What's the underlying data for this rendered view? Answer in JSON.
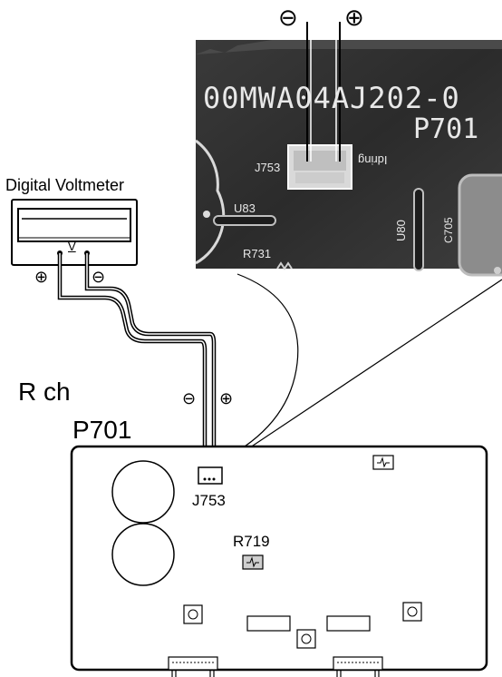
{
  "photo": {
    "board_code": "00MWA04AJ202-0",
    "board_name": "P701",
    "connector": "J753",
    "connector_side": "Idring",
    "parts": [
      "U83",
      "U80",
      "C705",
      "R731"
    ],
    "top_probes": {
      "minus": "⊖",
      "plus": "⊕"
    }
  },
  "voltmeter": {
    "title": "Digital Voltmeter",
    "terminal_label": "V",
    "plus": "⊕",
    "minus": "⊖"
  },
  "channel_label": "R ch",
  "board": {
    "name": "P701",
    "connector_label": "J753",
    "resistor_label": "R719",
    "lead_minus": "⊖",
    "lead_plus": "⊕"
  }
}
